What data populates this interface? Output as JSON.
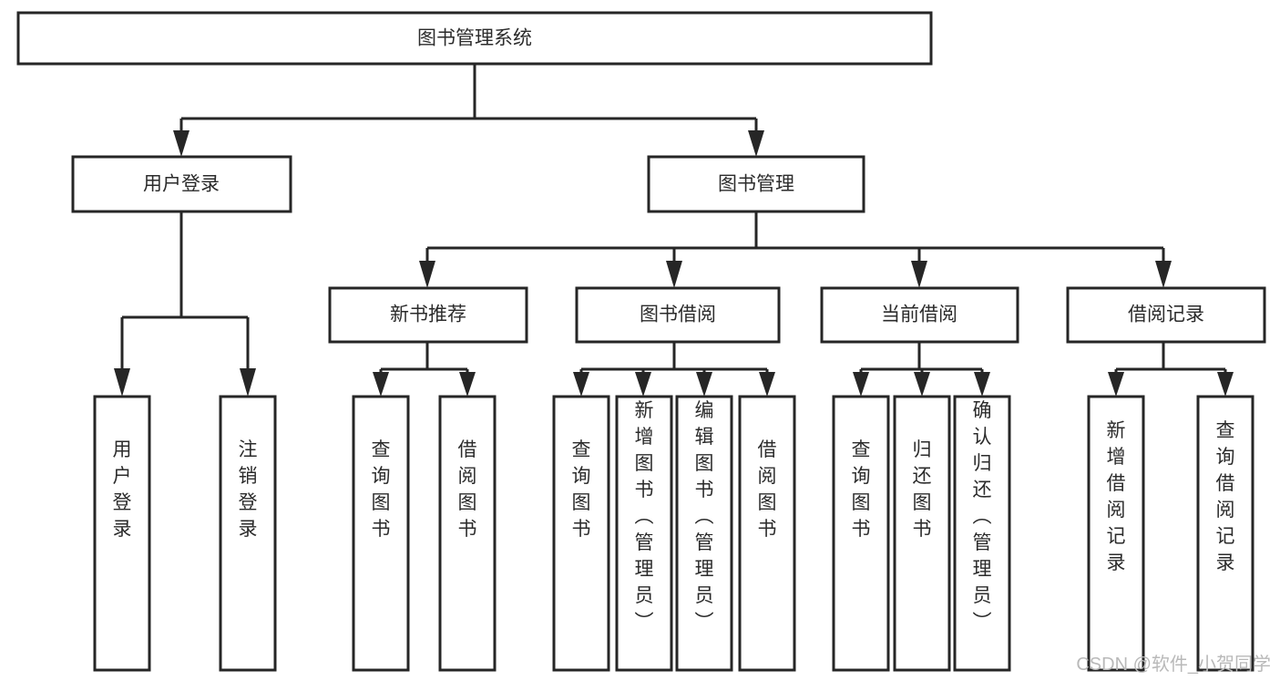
{
  "diagram": {
    "title": "图书管理系统",
    "type": "tree-hierarchy",
    "orientation": "top-down",
    "root": {
      "id": "root",
      "label": "图书管理系统"
    },
    "level2": [
      {
        "id": "user-login",
        "label": "用户登录"
      },
      {
        "id": "book-manage",
        "label": "图书管理"
      }
    ],
    "level3": [
      {
        "id": "new-book-recommend",
        "label": "新书推荐",
        "parent": "book-manage"
      },
      {
        "id": "book-borrow",
        "label": "图书借阅",
        "parent": "book-manage"
      },
      {
        "id": "current-borrow",
        "label": "当前借阅",
        "parent": "book-manage"
      },
      {
        "id": "borrow-record",
        "label": "借阅记录",
        "parent": "book-manage"
      }
    ],
    "leaves": {
      "user-login": [
        {
          "id": "leaf-user-login",
          "label": "用户登录"
        },
        {
          "id": "leaf-user-logout",
          "label": "注销登录"
        }
      ],
      "new-book-recommend": [
        {
          "id": "leaf-query-book-1",
          "label": "查询图书"
        },
        {
          "id": "leaf-borrow-book-1",
          "label": "借阅图书"
        }
      ],
      "book-borrow": [
        {
          "id": "leaf-query-book-2",
          "label": "查询图书"
        },
        {
          "id": "leaf-add-book",
          "label": "新增图书（管理员）"
        },
        {
          "id": "leaf-edit-book",
          "label": "编辑图书（管理员）"
        },
        {
          "id": "leaf-borrow-book-2",
          "label": "借阅图书"
        }
      ],
      "current-borrow": [
        {
          "id": "leaf-query-book-3",
          "label": "查询图书"
        },
        {
          "id": "leaf-return-book",
          "label": "归还图书"
        },
        {
          "id": "leaf-confirm-return",
          "label": "确认归还（管理员）"
        }
      ],
      "borrow-record": [
        {
          "id": "leaf-add-record",
          "label": "新增借阅记录"
        },
        {
          "id": "leaf-query-record",
          "label": "查询借阅记录"
        }
      ]
    }
  },
  "watermark": {
    "text": "CSDN @软件_小贺同学"
  },
  "colors": {
    "stroke": "#262626",
    "box_fill": "#ffffff",
    "text": "#2b2b2b",
    "background": "#ffffff",
    "watermark": "#b9b9b9"
  }
}
